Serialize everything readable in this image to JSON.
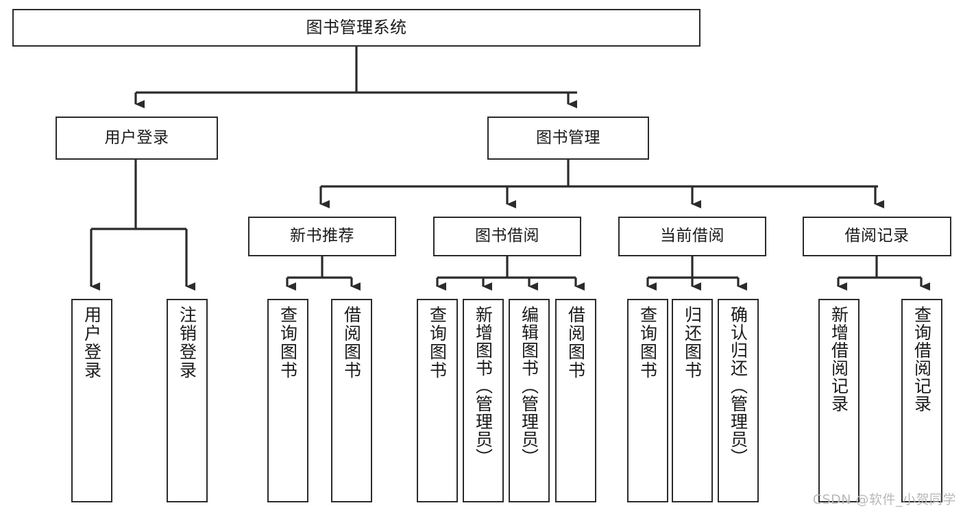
{
  "diagram": {
    "title": "图书管理系统",
    "type": "hierarchy-tree",
    "levels": 4,
    "colors": {
      "box_border": "#2b2b2b",
      "box_fill": "#ffffff",
      "connector": "#2b2b2b",
      "text": "#1a1a1a",
      "watermark": "#b9b9b9",
      "background": "#ffffff"
    },
    "root": {
      "label": "图书管理系统"
    },
    "level2": [
      {
        "label": "用户登录"
      },
      {
        "label": "图书管理"
      }
    ],
    "level3": [
      {
        "label": "新书推荐"
      },
      {
        "label": "图书借阅"
      },
      {
        "label": "当前借阅"
      },
      {
        "label": "借阅记录"
      }
    ],
    "leaves": {
      "user_login": [
        {
          "label": "用户登录"
        },
        {
          "label": "注销登录"
        }
      ],
      "new_book_recommend": [
        {
          "label": "查询图书"
        },
        {
          "label": "借阅图书"
        }
      ],
      "book_borrow": [
        {
          "label": "查询图书"
        },
        {
          "label": "新增图书（管理员）"
        },
        {
          "label": "编辑图书（管理员）"
        },
        {
          "label": "借阅图书"
        }
      ],
      "current_borrow": [
        {
          "label": "查询图书"
        },
        {
          "label": "归还图书"
        },
        {
          "label": "确认归还（管理员）"
        }
      ],
      "borrow_records": [
        {
          "label": "新增借阅记录"
        },
        {
          "label": "查询借阅记录"
        }
      ]
    },
    "watermark": "CSDN @软件_小贺同学"
  }
}
